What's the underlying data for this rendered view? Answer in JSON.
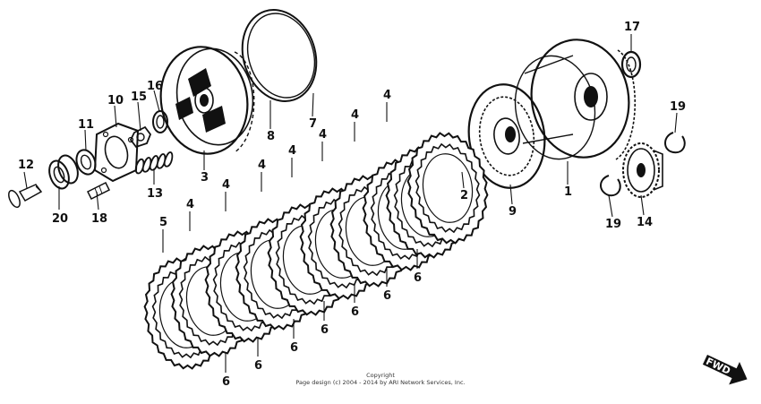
{
  "callouts": {
    "c1": "1",
    "c2": "2",
    "c3": "3",
    "c4": "4",
    "c5": "5",
    "c6": "6",
    "c7": "7",
    "c8": "8",
    "c9": "9",
    "c10": "10",
    "c11": "11",
    "c12": "12",
    "c13": "13",
    "c14": "14",
    "c15": "15",
    "c16": "16",
    "c17": "17",
    "c18": "18",
    "c19": "19",
    "c20": "20"
  },
  "copyright": {
    "line1": "Copyright",
    "line2": "Page design (c) 2004 - 2014 by ARI Network Services, Inc."
  },
  "direction_label": "FWD"
}
